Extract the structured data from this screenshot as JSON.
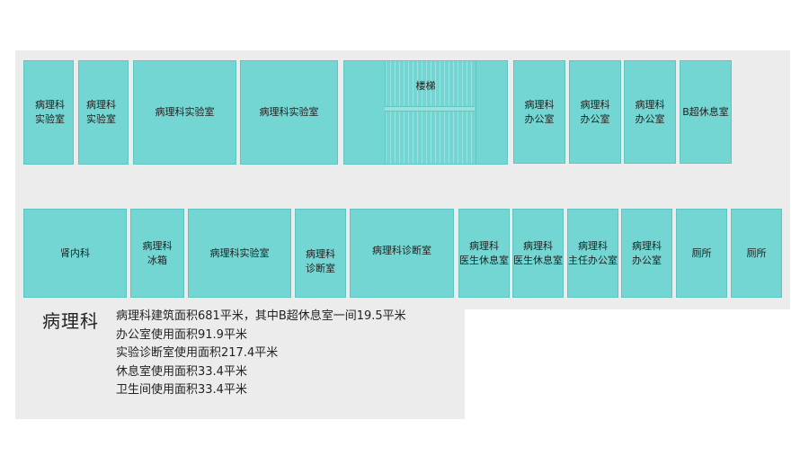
{
  "top_row": [
    {
      "id": "r1",
      "label": "病理科\n实验室"
    },
    {
      "id": "r2",
      "label": "病理科\n实验室"
    },
    {
      "id": "r3",
      "label": "病理科实验室"
    },
    {
      "id": "r4",
      "label": "病理科实验室"
    },
    {
      "id": "stairs",
      "label": "楼梯"
    },
    {
      "id": "r6",
      "label": "病理科\n办公室"
    },
    {
      "id": "r7",
      "label": "病理科\n办公室"
    },
    {
      "id": "r8",
      "label": "病理科\n办公室"
    },
    {
      "id": "r9",
      "label": "B超休息室"
    }
  ],
  "bottom_row": [
    {
      "id": "b1",
      "label": "肾内科"
    },
    {
      "id": "b2",
      "label": "病理科\n冰箱"
    },
    {
      "id": "b3",
      "label": "病理科实验室"
    },
    {
      "id": "b4",
      "label": "病理科\n诊断室"
    },
    {
      "id": "b5",
      "label": "病理科诊断室"
    },
    {
      "id": "b6",
      "label": "病理科\n医生休息室"
    },
    {
      "id": "b7",
      "label": "病理科\n医生休息室"
    },
    {
      "id": "b8",
      "label": "病理科\n主任办公室"
    },
    {
      "id": "b9",
      "label": "病理科\n办公室"
    },
    {
      "id": "b10",
      "label": "厕所"
    },
    {
      "id": "b11",
      "label": "厕所"
    }
  ],
  "department": "病理科",
  "notes": [
    "病理科建筑面积681平米，其中B超休息室一间19.5平米",
    "办公室使用面积91.9平米",
    "实验诊断室使用面积217.4平米",
    "休息室使用面积33.4平米",
    "卫生间使用面积33.4平米"
  ],
  "colors": {
    "room": "#74d6d2",
    "background": "#ececec"
  }
}
